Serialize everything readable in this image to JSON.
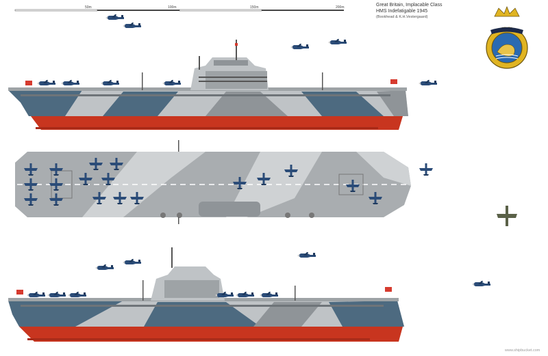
{
  "caption": {
    "line1": "Great Britain, Implacable  Class",
    "line2": "HMS  Indefatigable   1945",
    "line3": "(Bookhead & K.H.Vestergaard)"
  },
  "scale": {
    "label_50": "50m",
    "label_100": "100m",
    "label_150": "150m",
    "label_200": "200m"
  },
  "badge": {
    "motto": "INDEFATIGABLE"
  },
  "watermark": "www.shipbucket.com",
  "colors": {
    "hull_red": "#c8351f",
    "dark_blue_grey": "#4d6a80",
    "light_grey": "#bfc3c6",
    "mid_grey": "#8f9498",
    "badge_gold": "#e0b422",
    "badge_blue": "#2a6ab2",
    "aircraft_blue": "#2b4c78"
  },
  "icons": [
    "ship-profile-icon",
    "flight-deck-plan-icon",
    "aircraft-icon",
    "ensign-flag-icon",
    "ship-badge-icon"
  ]
}
